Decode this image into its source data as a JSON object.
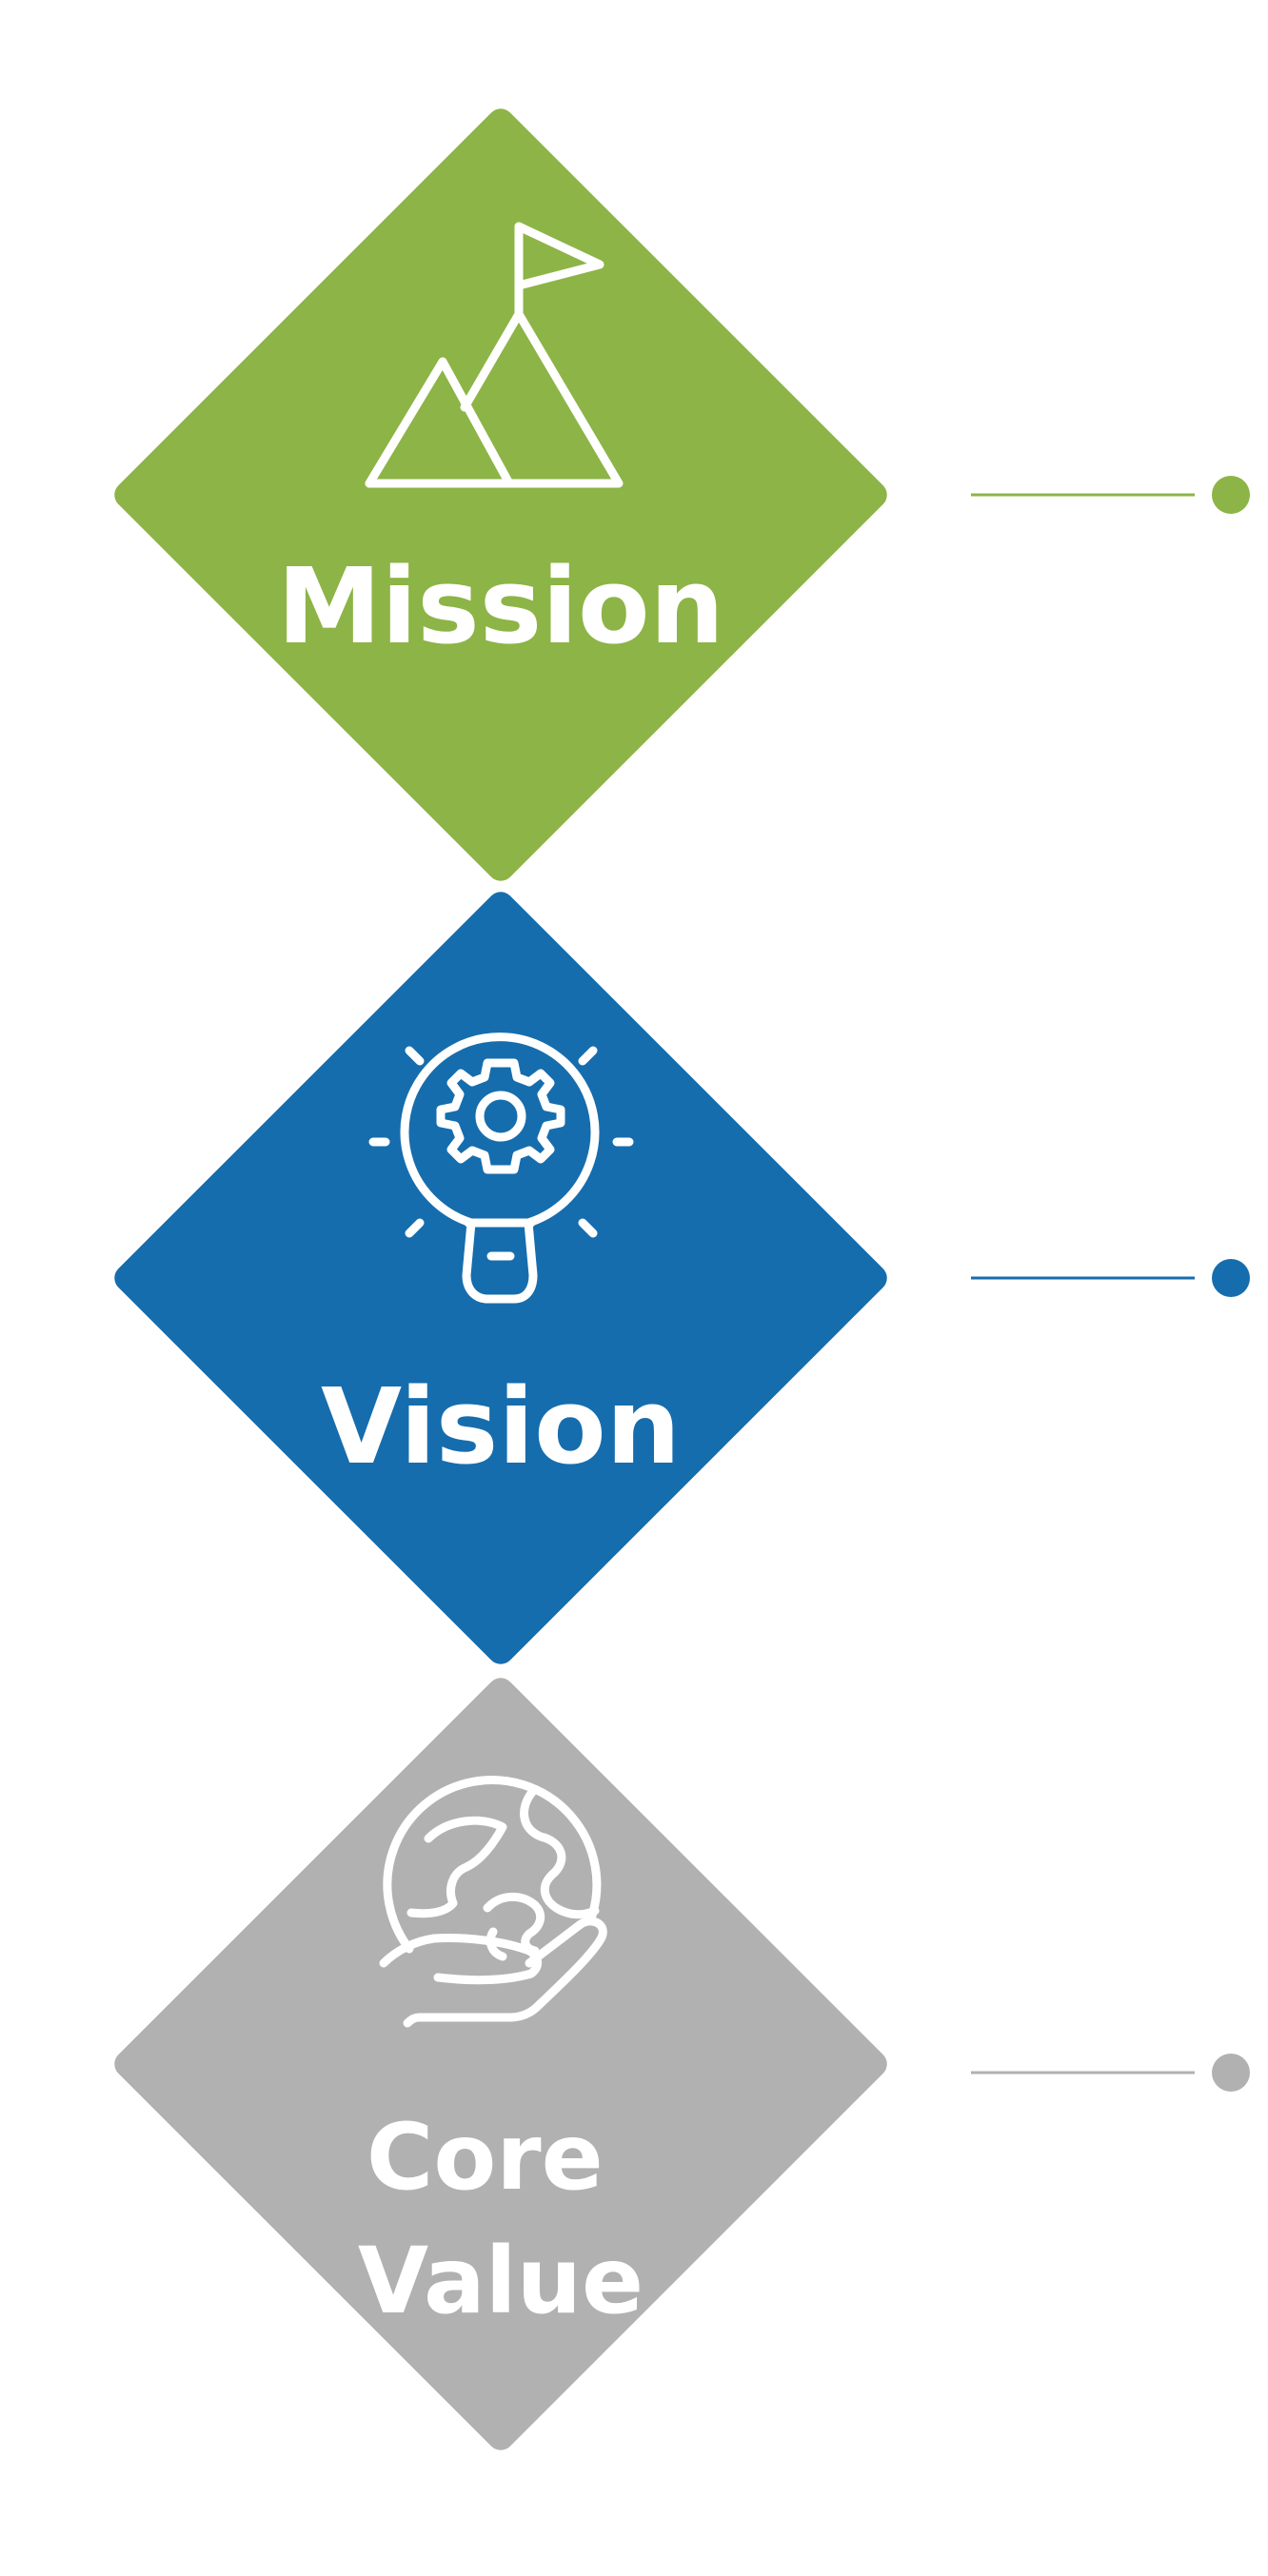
{
  "items": [
    {
      "label_lines": [
        "Mission"
      ],
      "icon": "mountain-flag-icon",
      "color": "#8db446"
    },
    {
      "label_lines": [
        "Vision"
      ],
      "icon": "lightbulb-gear-icon",
      "color": "#166dad"
    },
    {
      "label_lines": [
        "Core",
        "Value"
      ],
      "icon": "globe-in-hand-icon",
      "color": "#b2b1b2"
    }
  ]
}
